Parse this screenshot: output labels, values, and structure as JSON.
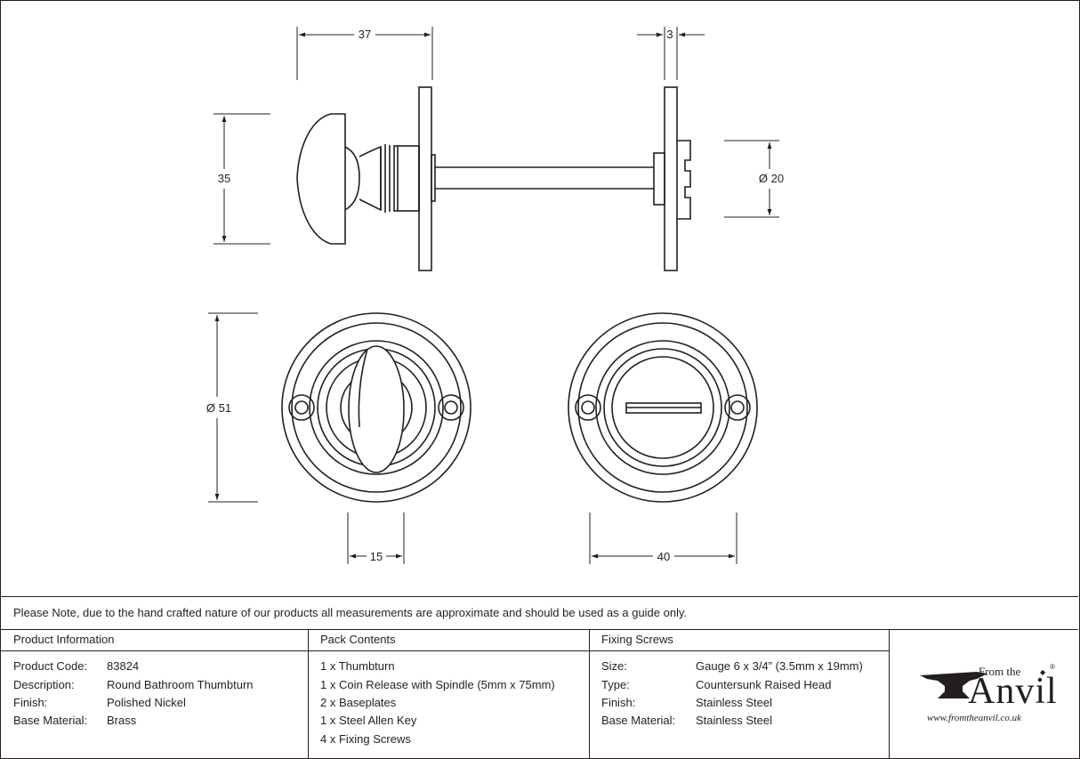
{
  "drawing": {
    "dims": {
      "knob_length": "37",
      "plate_thickness": "3",
      "knob_height": "35",
      "release_diameter": "Ø 20",
      "rose_diameter": "Ø 51",
      "thumb_width": "15",
      "screw_centres": "40"
    }
  },
  "note": "Please Note, due to the hand crafted nature of our products all measurements are approximate and should be used as a guide only.",
  "product_info": {
    "heading": "Product Information",
    "rows": [
      {
        "label": "Product Code:",
        "value": "83824"
      },
      {
        "label": "Description:",
        "value": "Round Bathroom Thumbturn"
      },
      {
        "label": "Finish:",
        "value": "Polished Nickel"
      },
      {
        "label": "Base Material:",
        "value": "Brass"
      }
    ]
  },
  "pack_contents": {
    "heading": "Pack Contents",
    "items": [
      "1 x Thumbturn",
      "1 x Coin Release with Spindle (5mm x 75mm)",
      "2 x Baseplates",
      "1 x Steel Allen Key",
      "4 x Fixing Screws"
    ]
  },
  "fixing_screws": {
    "heading": "Fixing Screws",
    "rows": [
      {
        "label": "Size:",
        "value": "Gauge 6 x 3/4” (3.5mm x 19mm)"
      },
      {
        "label": "Type:",
        "value": "Countersunk Raised Head"
      },
      {
        "label": "Finish:",
        "value": "Stainless Steel"
      },
      {
        "label": "Base Material:",
        "value": "Stainless Steel"
      }
    ]
  },
  "logo": {
    "from_the": "From the",
    "brand": "Anvil",
    "registered": "®",
    "url": "www.fromtheanvil.co.uk"
  }
}
